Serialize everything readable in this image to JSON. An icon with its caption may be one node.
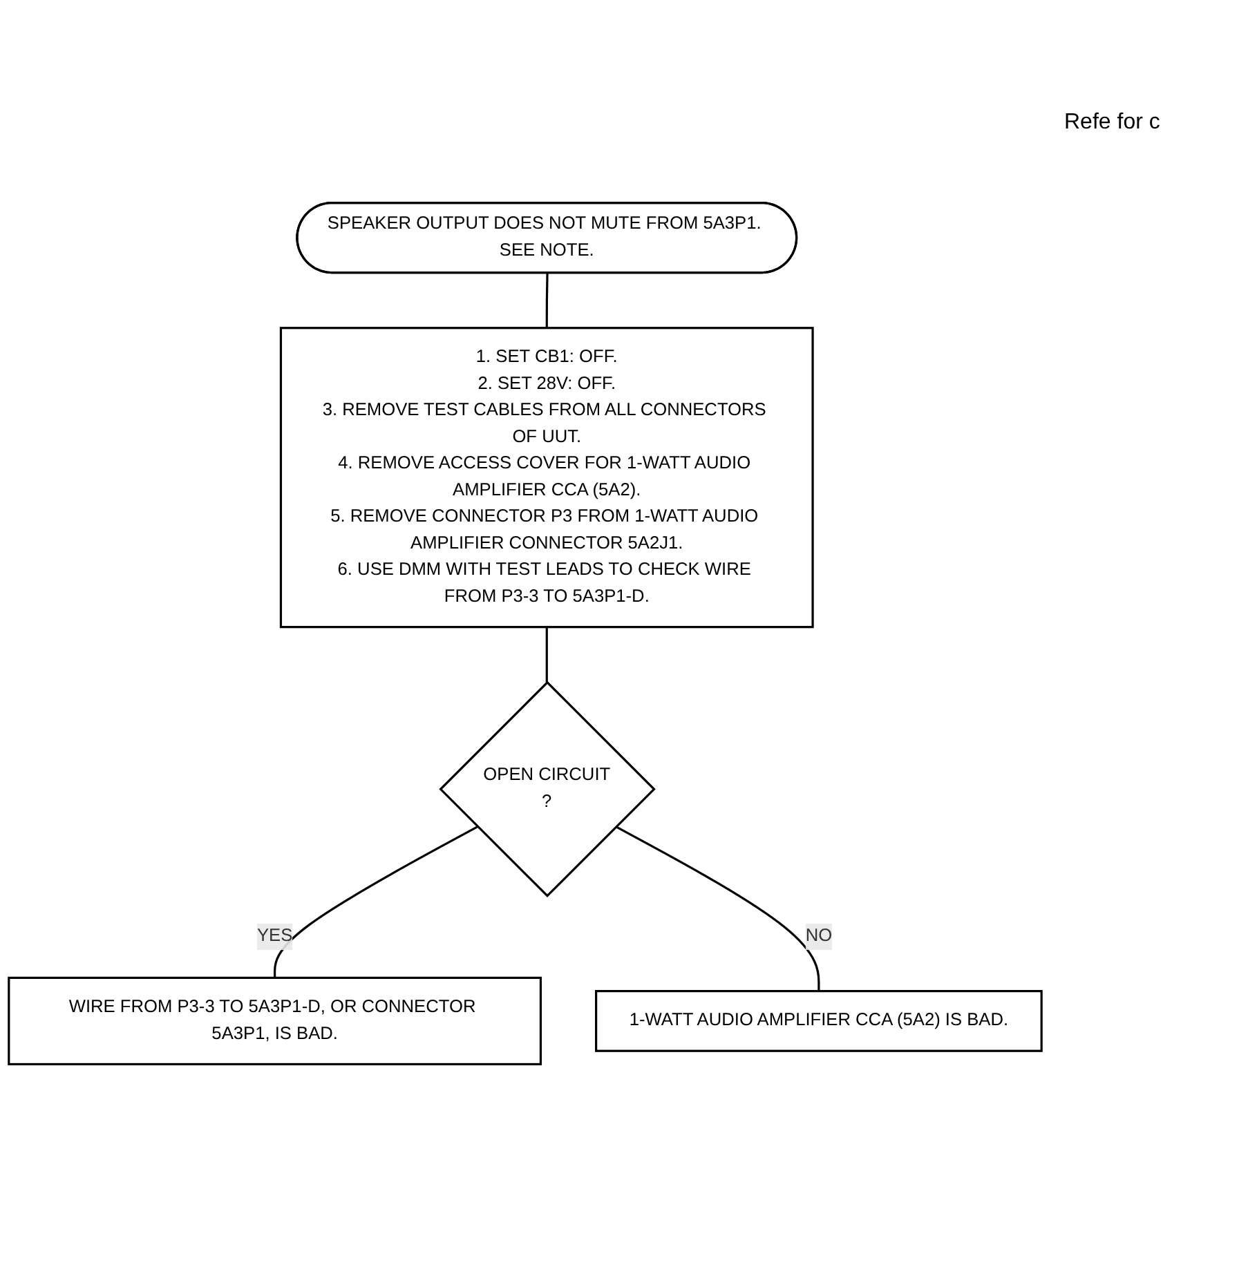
{
  "diagram": {
    "nodes": [
      {
        "text": [
          "SPEAKER OUTPUT DOES NOT MUTE FROM 5A3P1. SEE NOTE."
        ]
      },
      {
        "text": [
          "1. SET CB1: OFF.",
          "2. SET 28V: OFF.",
          "3. REMOVE TEST CABLES FROM ALL CONNECTORS OF UUT.",
          "4. REMOVE ACCESS COVER FOR 1-WATT AUDIO AMPLIFIER CCA (5A2).",
          "5. REMOVE CONNECTOR P3 FROM 1-WATT AUDIO AMPLIFIER CONNECTOR 5A2J1.",
          "6. USE DMM WITH TEST LEADS TO CHECK WIRE FROM P3-3 TO 5A3P1-D."
        ]
      },
      {
        "text": [
          "OPEN CIRCUIT",
          "?"
        ]
      },
      {
        "text": [
          "WIRE FROM P3-3 TO 5A3P1-D, OR CONNECTOR 5A3P1, IS BAD."
        ]
      },
      {
        "text": [
          "1-WATT AUDIO AMPLIFIER CCA (5A2) IS BAD."
        ]
      }
    ],
    "edges": [
      {
        "from": 0,
        "to": 1,
        "arrow": "none"
      },
      {
        "from": 1,
        "to": 2,
        "arrow": "none"
      },
      {
        "from": 2,
        "to": 3,
        "label": "YES",
        "arrow": "none"
      },
      {
        "from": 2,
        "to": 4,
        "label": "NO",
        "arrow": "none"
      }
    ],
    "labels": [
      "Refe for c"
    ]
  }
}
